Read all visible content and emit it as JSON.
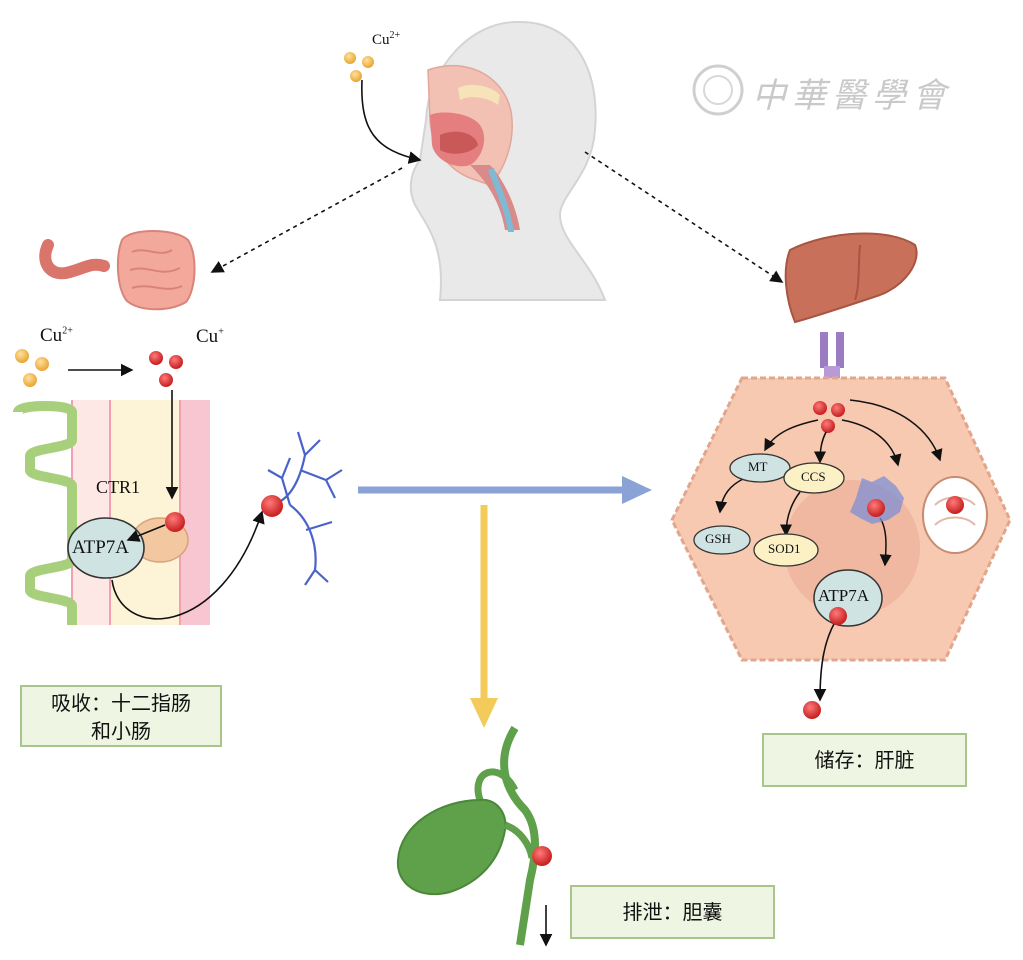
{
  "watermark": "中華醫學會",
  "ions": {
    "cu2_top": "Cu",
    "cu2_top_charge": "2+",
    "cu2_left": "Cu",
    "cu2_left_charge": "2+",
    "cu1": "Cu",
    "cu1_charge": "+"
  },
  "labels": {
    "ctr1": "CTR1",
    "atp7a_intestine": "ATP7A",
    "atp7a_liver": "ATP7A",
    "mt": "MT",
    "ccs": "CCS",
    "gsh": "GSH",
    "sod1": "SOD1"
  },
  "boxes": {
    "absorption_line1": "吸收：十二指肠",
    "absorption_line2": "和小肠",
    "storage": "储存：肝脏",
    "excretion": "排泄：胆囊"
  },
  "colors": {
    "copper_ion": "#d93a3a",
    "cu2_ion": "#f2b544",
    "blue_arrow": "#8aa2d6",
    "yellow_arrow": "#f3cb5a",
    "box_bg": "#eef5e3",
    "box_border": "#a9c58a",
    "liver_cell": "#f6c9b0",
    "gallbladder": "#5fa04a"
  }
}
